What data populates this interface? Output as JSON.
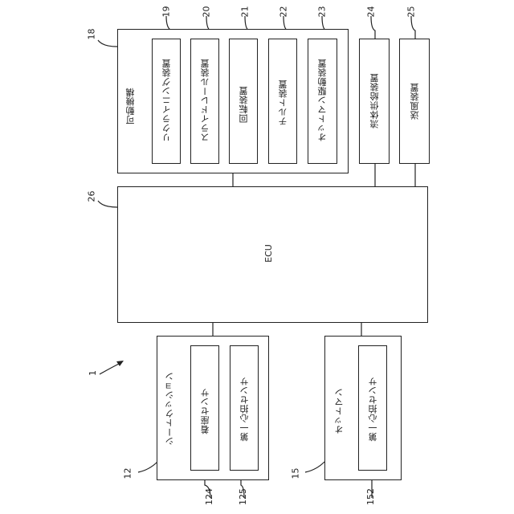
{
  "refs": {
    "r18": "18",
    "r19": "19",
    "r20": "20",
    "r21": "21",
    "r22": "22",
    "r23": "23",
    "r24": "24",
    "r25": "25",
    "r26": "26",
    "r1": "1",
    "r12": "12",
    "r15": "15",
    "r124": "124",
    "r125": "125",
    "r152": "152"
  },
  "labels": {
    "movable_mechanism": "可動機構",
    "reclining": "リクライニング装置",
    "slide_rail": "スライドレール装置",
    "rotation": "回転装置",
    "tilt": "チルト装置",
    "ottoman_drive": "オットマン駆動装置",
    "fluid_supply": "流体供給装置",
    "blower": "送風装置",
    "ecu": "ECU",
    "seat_cushion": "シートクッション",
    "seating_sensor": "着座センサ",
    "first_heartbeat_sensor_a": "第一心拍センサ",
    "ottoman": "オットマン",
    "first_heartbeat_sensor_b": "第一心拍センサ"
  }
}
